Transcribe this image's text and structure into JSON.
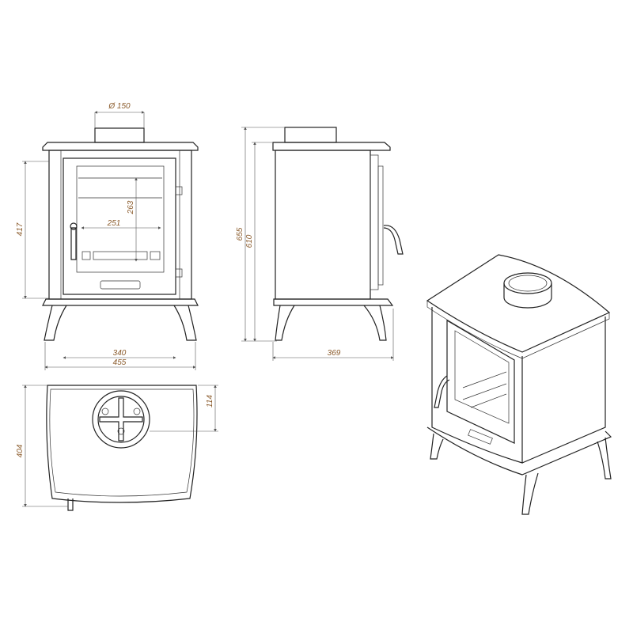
{
  "dimensions": {
    "flue_diameter": "Ø 150",
    "glass_height": "263",
    "glass_width": "251",
    "flue_outlet_height": "417",
    "leg_span_width": "340",
    "overall_width": "455",
    "overall_height": "655",
    "body_height": "610",
    "overall_depth": "369",
    "flue_offset_from_back": "114",
    "top_plate_depth": "404"
  },
  "colors": {
    "line": "#222222",
    "dimension_text": "#8a5a2a"
  }
}
